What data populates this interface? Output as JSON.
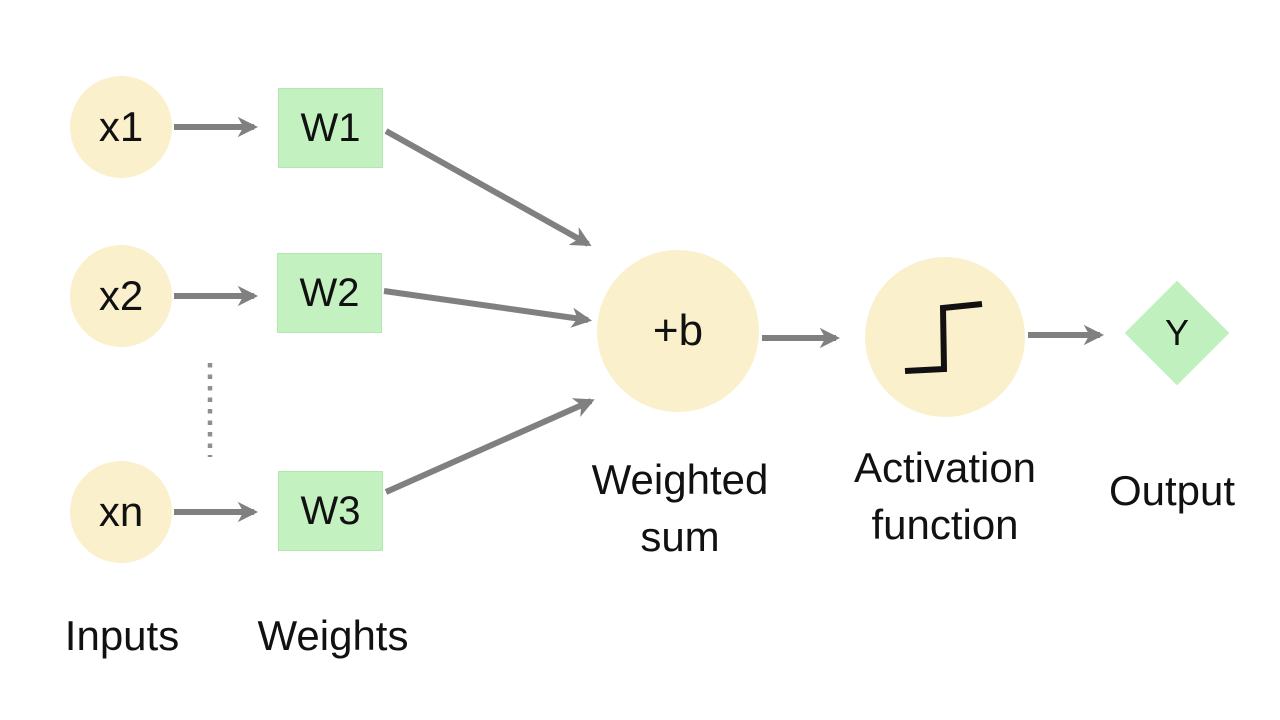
{
  "diagram": {
    "kind": "perceptron-flow-diagram",
    "inputs": {
      "caption": "Inputs",
      "nodes": [
        {
          "label": "x1"
        },
        {
          "label": "x2"
        },
        {
          "label": "xn"
        }
      ],
      "ellipsis_between": "x2-and-xn"
    },
    "weights": {
      "caption": "Weights",
      "nodes": [
        {
          "label": "W1"
        },
        {
          "label": "W2"
        },
        {
          "label": "W3"
        }
      ]
    },
    "weighted_sum": {
      "node_label": "+b",
      "caption_line1": "Weighted",
      "caption_line2": "sum"
    },
    "activation": {
      "icon": "step-function-icon",
      "caption_line1": "Activation",
      "caption_line2": "function"
    },
    "output": {
      "node_label": "Y",
      "caption": "Output"
    },
    "colors": {
      "node_fill_cream": "#FBF0CC",
      "weight_fill_green": "#C4F1C0",
      "output_fill_green": "#C0F0BE",
      "arrow_gray": "#808080",
      "ellipsis_gray": "#8F8F8F",
      "text": "#111111"
    }
  }
}
